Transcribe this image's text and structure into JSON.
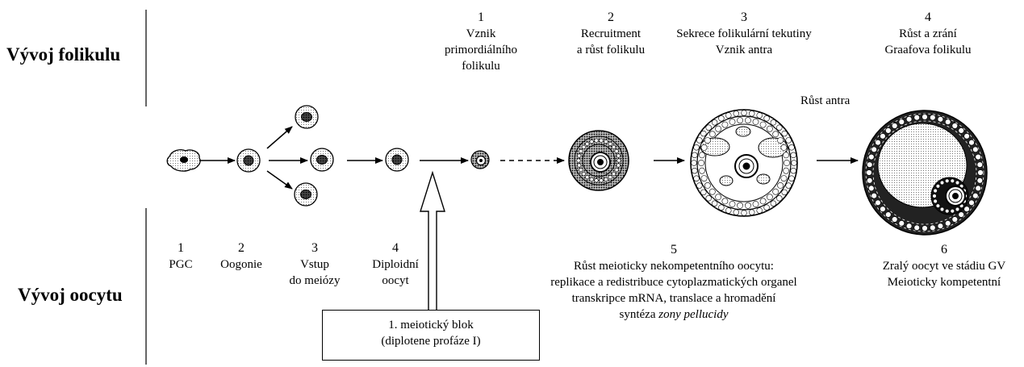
{
  "headings": {
    "follicle": "Vývoj folikulu",
    "oocyte": "Vývoj oocytu"
  },
  "follicle_stages": [
    {
      "num": "1",
      "lines": [
        "Vznik",
        "primordiálního",
        "folikulu"
      ]
    },
    {
      "num": "2",
      "lines": [
        "Recruitment",
        "a růst folikulu"
      ]
    },
    {
      "num": "3",
      "lines": [
        "Sekrece folikulární tekutiny",
        "Vznik antra"
      ]
    },
    {
      "num": "4",
      "lines": [
        "Růst a zrání",
        "Graafova folikulu"
      ]
    }
  ],
  "antrum_label": "Růst antra",
  "oocyte_stages": [
    {
      "num": "1",
      "lines": [
        "PGC"
      ]
    },
    {
      "num": "2",
      "lines": [
        "Oogonie"
      ]
    },
    {
      "num": "3",
      "lines": [
        "Vstup",
        "do meiózy"
      ]
    },
    {
      "num": "4",
      "lines": [
        "Diploidní",
        "oocyt"
      ]
    }
  ],
  "stage5": {
    "num": "5",
    "lines": [
      "Růst meioticky nekompetentního oocytu:",
      "replikace a redistribuce cytoplazmatických organel",
      "transkripce mRNA, translace a hromadění"
    ],
    "last_prefix": "syntéza ",
    "last_italic": "zony pellucidy"
  },
  "stage6": {
    "num": "6",
    "lines": [
      "Zralý oocyt ve stádiu GV",
      "Meioticky kompetentní"
    ]
  },
  "block": {
    "line1": "1. meiotický blok",
    "line2": "(diplotene profáze I)"
  }
}
